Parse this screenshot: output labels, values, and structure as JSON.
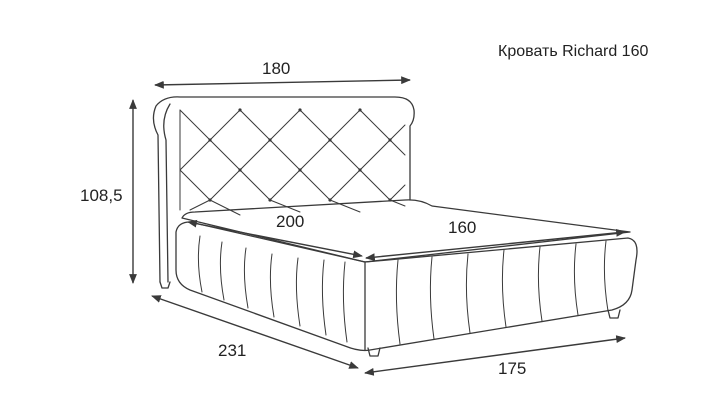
{
  "title": "Кровать Richard 160",
  "dimensions": {
    "headboard_width": "180",
    "height": "108,5",
    "mattress_length": "200",
    "mattress_width": "160",
    "total_length": "231",
    "total_width": "175"
  },
  "colors": {
    "line": "#3a3a3a",
    "text": "#222222",
    "background": "#ffffff"
  }
}
